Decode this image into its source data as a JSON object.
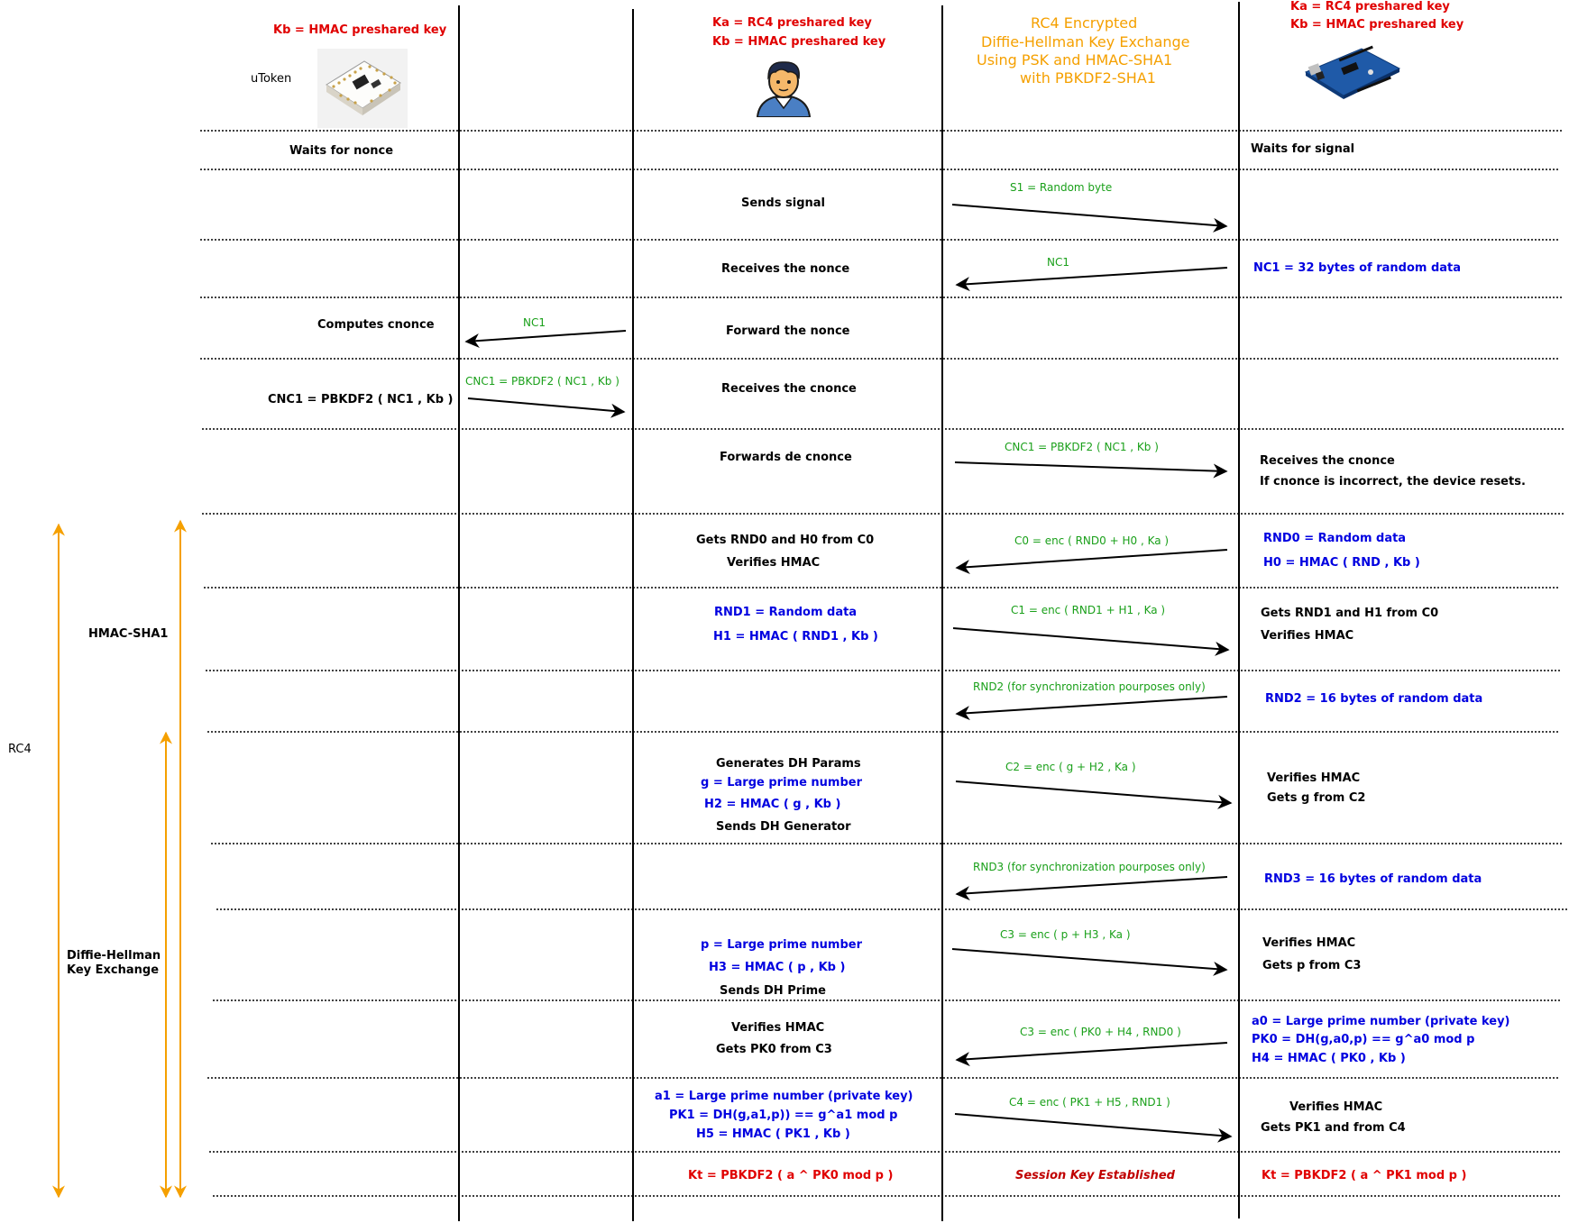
{
  "colors": {
    "black": "#000000",
    "red": "#e00000",
    "blue": "#0000e0",
    "green": "#1aa01a",
    "orange": "#f5a000",
    "session": "#c00000"
  },
  "header": {
    "title_lines": [
      "RC4 Encrypted",
      "Diffie-Hellman Key Exchange",
      "Using PSK and HMAC-SHA1",
      "with PBKDF2-SHA1"
    ],
    "utoken_key": "Kb = HMAC preshared key",
    "utoken_label": "uToken",
    "user_keys": [
      "Ka = RC4 preshared key",
      "Kb = HMAC preshared key"
    ],
    "device_keys": [
      "Ka = RC4 preshared key",
      "Kb = HMAC preshared key"
    ],
    "icons": [
      "utoken-board-image",
      "user-avatar-icon",
      "arduino-board-image"
    ]
  },
  "left_labels": {
    "rc4": "RC4",
    "hmac": "HMAC-SHA1",
    "dh": [
      "Diffie-Hellman",
      "Key Exchange"
    ]
  },
  "rows": [
    {
      "utoken": [
        "Waits for nonce"
      ],
      "device": [
        "Waits for signal"
      ]
    },
    {
      "user": [
        "Sends signal"
      ],
      "msg": "S1 = Random byte",
      "dir": "right"
    },
    {
      "user": [
        "Receives the nonce"
      ],
      "msg": "NC1",
      "dir": "left",
      "device_blue": [
        "NC1 = 32 bytes of random data"
      ]
    },
    {
      "utoken": [
        "Computes cnonce"
      ],
      "user": [
        "Forward the nonce"
      ],
      "umsg": "NC1"
    },
    {
      "utoken": [
        "CNC1 = PBKDF2 ( NC1 , Kb )"
      ],
      "user": [
        "Receives the cnonce"
      ],
      "umsg": "CNC1 = PBKDF2 ( NC1 , Kb )"
    },
    {
      "user": [
        "Forwards de cnonce"
      ],
      "msg": "CNC1 = PBKDF2 ( NC1 , Kb )",
      "dir": "right",
      "device": [
        "Receives the cnonce",
        "If cnonce is incorrect, the device resets."
      ]
    },
    {
      "user": [
        "Gets RND0 and H0 from C0",
        "Verifies HMAC"
      ],
      "msg": "C0 = enc ( RND0 + H0 , Ka )",
      "dir": "left",
      "device_blue": [
        "RND0 = Random data",
        "H0 = HMAC ( RND , Kb )"
      ]
    },
    {
      "user_blue": [
        "RND1 = Random data",
        "H1 = HMAC ( RND1 , Kb )"
      ],
      "msg": "C1 = enc ( RND1 + H1 , Ka )",
      "dir": "right",
      "device": [
        "Gets RND1 and H1 from C0",
        "Verifies HMAC"
      ]
    },
    {
      "msg": "RND2 (for synchronization pourposes only)",
      "dir": "left",
      "device_blue": [
        "RND2 = 16 bytes of random data"
      ]
    },
    {
      "user_mixed": [
        {
          "text": "Generates DH Params",
          "color": "black"
        },
        {
          "text": "g = Large prime number",
          "color": "blue"
        },
        {
          "text": "H2 = HMAC ( g , Kb )",
          "color": "blue"
        },
        {
          "text": "Sends DH Generator",
          "color": "black"
        }
      ],
      "msg": "C2 = enc ( g + H2 , Ka )",
      "dir": "right",
      "device": [
        "Verifies HMAC",
        "Gets g from C2"
      ]
    },
    {
      "msg": "RND3 (for synchronization pourposes only)",
      "dir": "left",
      "device_blue": [
        "RND3 = 16 bytes of random data"
      ]
    },
    {
      "user_mixed": [
        {
          "text": "p = Large prime number",
          "color": "blue"
        },
        {
          "text": "H3 = HMAC ( p , Kb )",
          "color": "blue"
        },
        {
          "text": "Sends DH Prime",
          "color": "black"
        }
      ],
      "msg": "C3 = enc ( p + H3 , Ka )",
      "dir": "right",
      "device": [
        "Verifies HMAC",
        "Gets p from C3"
      ]
    },
    {
      "user": [
        "Verifies HMAC",
        "Gets PK0 from C3"
      ],
      "msg": "C3 = enc ( PK0 + H4 , RND0 )",
      "dir": "left",
      "device_blue": [
        "a0 = Large prime number (private key)",
        "PK0 = DH(g,a0,p) == g^a0 mod p",
        "H4 = HMAC ( PK0 , Kb )"
      ]
    },
    {
      "user_blue": [
        "a1 = Large prime number (private key)",
        "PK1 = DH(g,a1,p)) == g^a1 mod p",
        "H5 = HMAC ( PK1 , Kb )"
      ],
      "msg": "C4 = enc ( PK1 + H5 , RND1 )",
      "dir": "right",
      "device": [
        "Verifies HMAC",
        "Gets PK1 and from C4"
      ]
    },
    {
      "user_red": [
        "Kt = PBKDF2 ( a ^ PK0 mod p )"
      ],
      "middle": "Session Key Established",
      "device_red": [
        "Kt = PBKDF2 ( a ^ PK1 mod p )"
      ]
    }
  ]
}
